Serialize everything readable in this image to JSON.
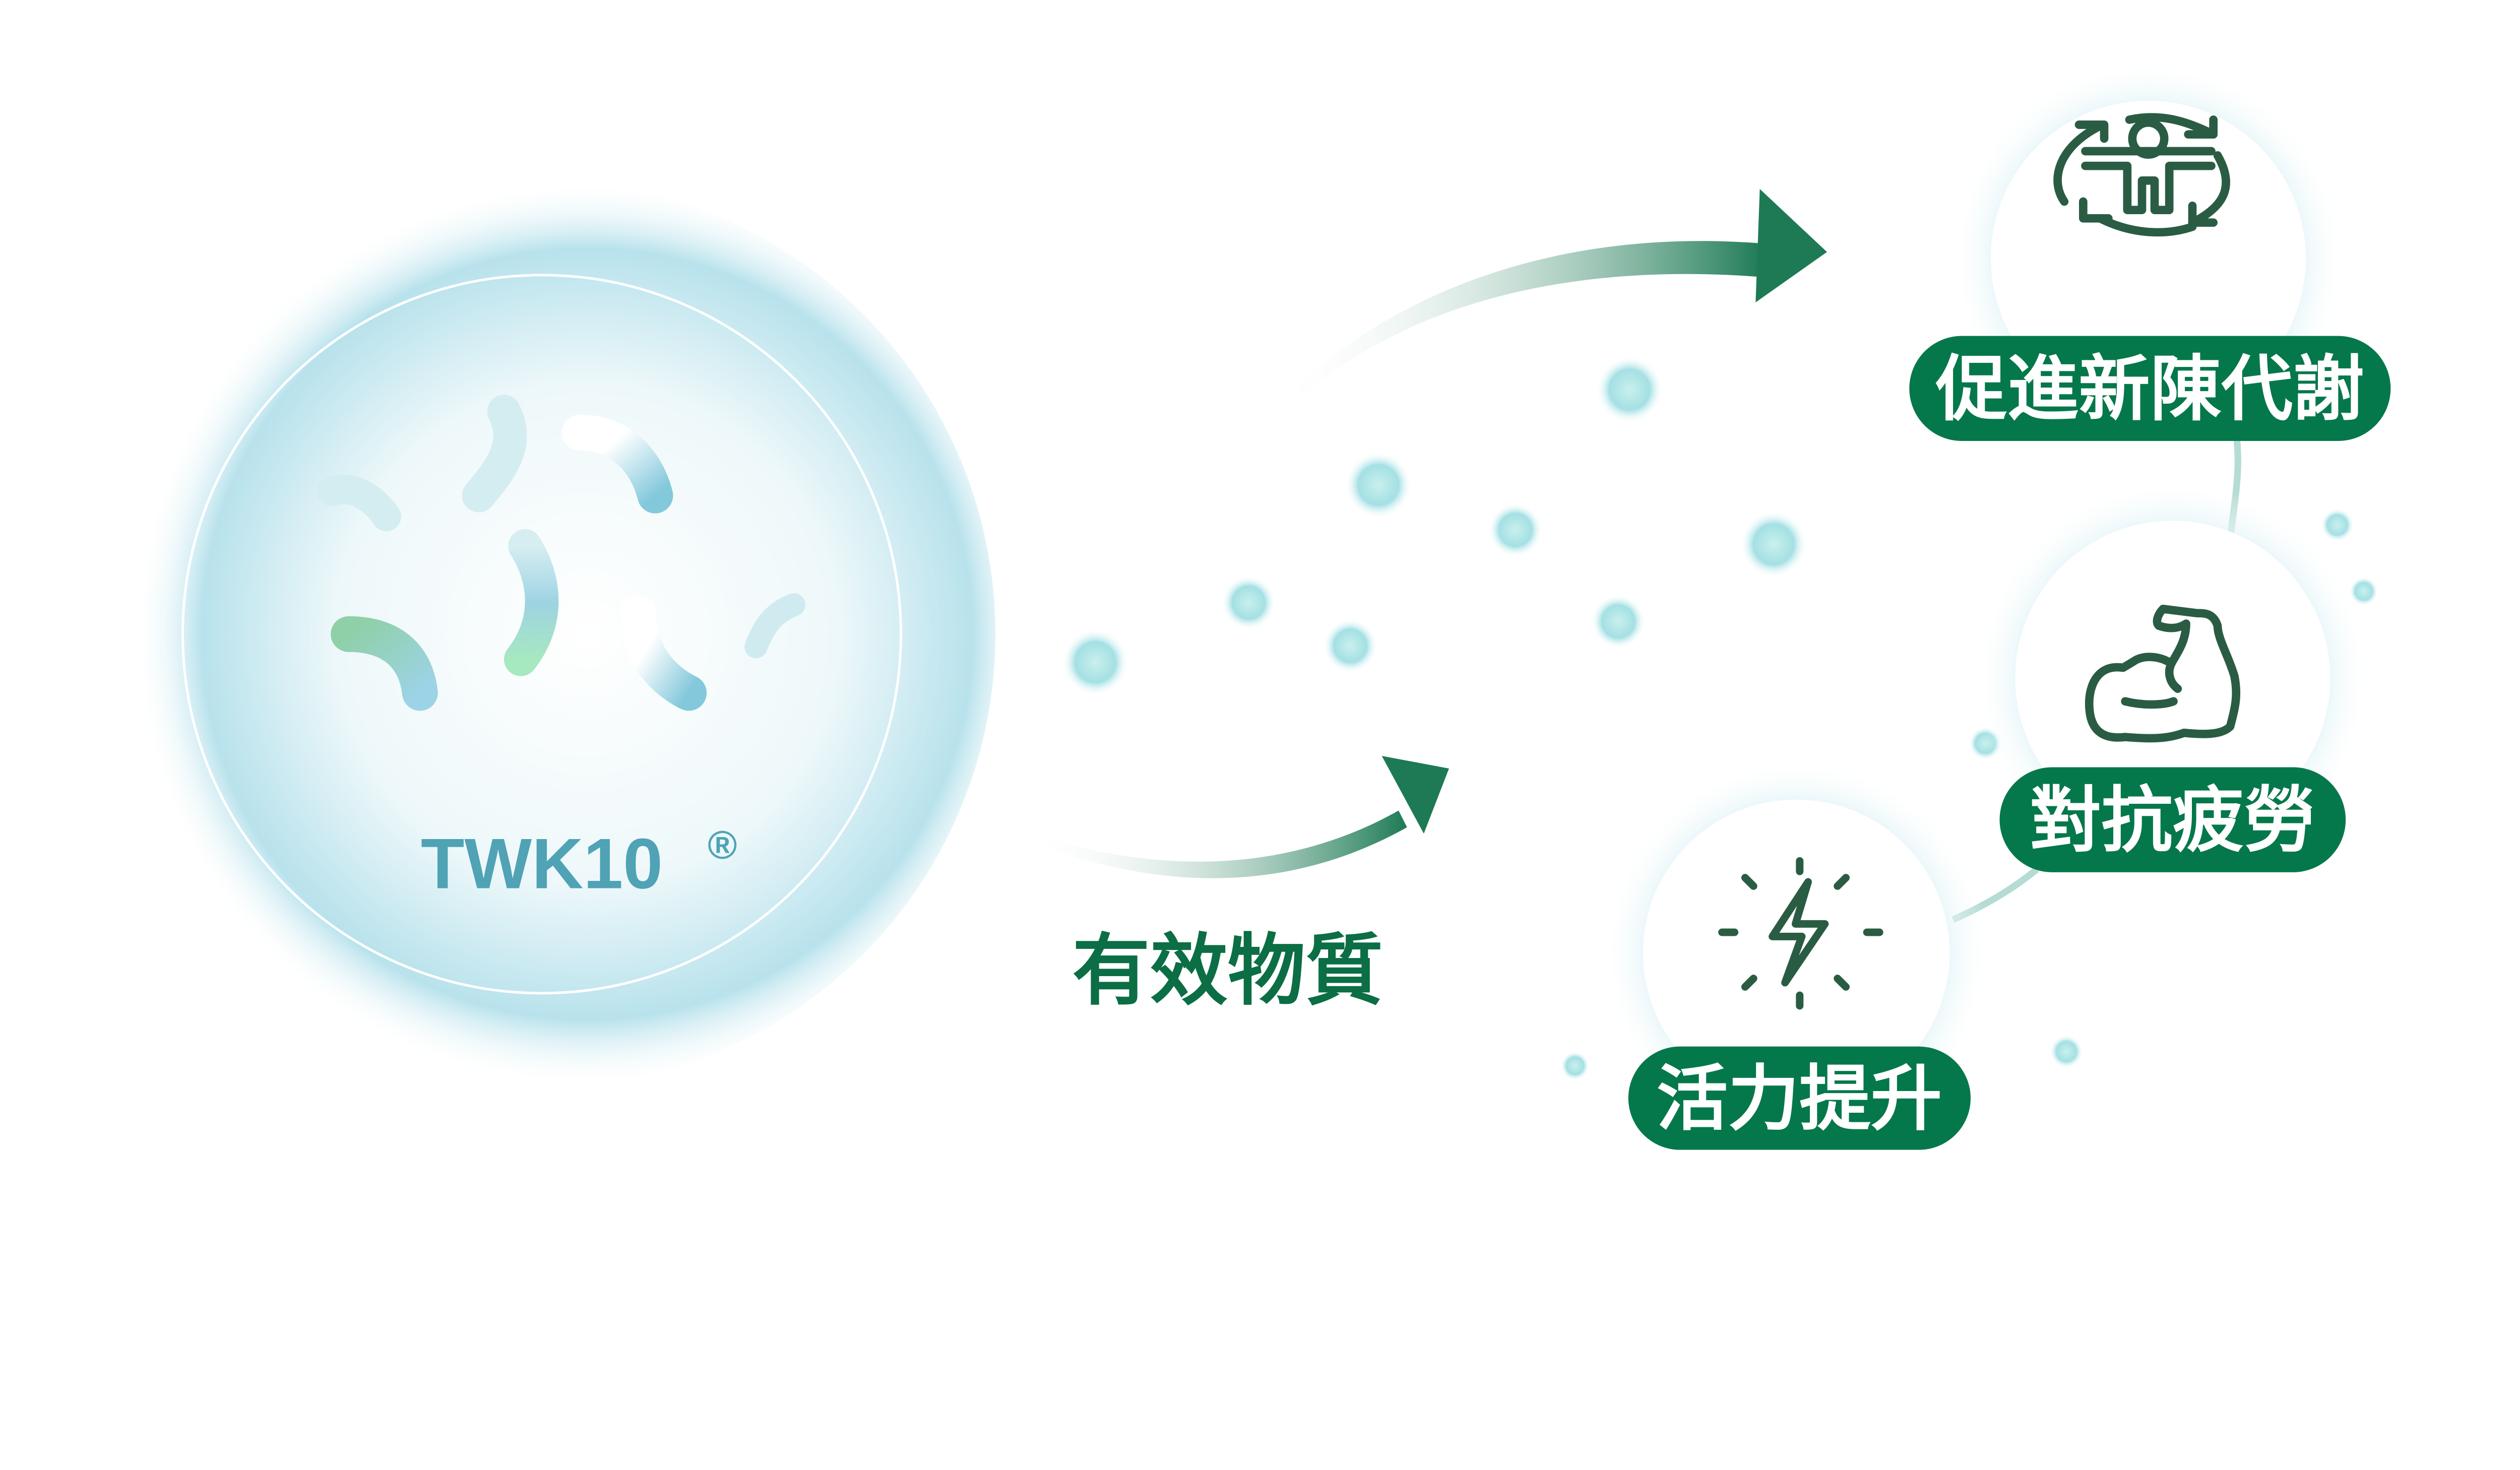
{
  "product": {
    "name": "TWK10",
    "mark": "®"
  },
  "flow_label": "有效物質",
  "benefits": [
    {
      "label": "促進新陳代謝",
      "icon": "metabolism-body-icon"
    },
    {
      "label": "對抗疲勞",
      "icon": "flexed-arm-icon"
    },
    {
      "label": "活力提升",
      "icon": "lightning-energy-icon"
    }
  ],
  "colors": {
    "pill": "#04784a",
    "icon": "#2a5c44",
    "product_text": "#4fa3b5",
    "glow": "#a8dbe6"
  }
}
